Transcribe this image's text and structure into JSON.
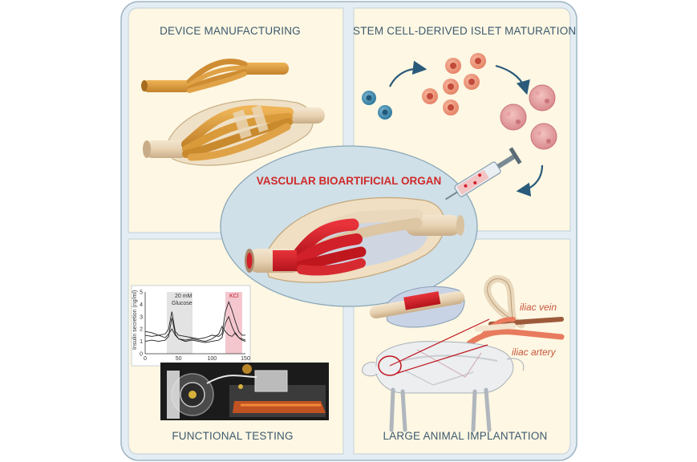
{
  "figure": {
    "center_title": "VASCULAR BIOARTIFICIAL ORGAN",
    "quadrants": {
      "top_left": "DEVICE MANUFACTURING",
      "top_right": "STEM CELL-DERIVED ISLET MATURATION",
      "bottom_left": "FUNCTIONAL TESTING",
      "bottom_right": "LARGE ANIMAL IMPLANTATION"
    },
    "vessel_labels": {
      "vein": "iliac vein",
      "artery": "iliac artery"
    },
    "inset_chart": {
      "ylabel": "Insulin secretion (ng/ml)",
      "glucose_label_1": "20 mM",
      "glucose_label_2": "Glucose",
      "kcl_label": "KCl",
      "x_ticks": [
        "0",
        "50",
        "100",
        "150"
      ],
      "y_ticks": [
        "0",
        "1",
        "2",
        "3",
        "4",
        "5"
      ]
    },
    "colors": {
      "panel_bg": "#fcf7e2",
      "panel_border": "#c9d6de",
      "frame_bg": "#e6eff4",
      "device_orange": "#d99a3a",
      "vessel_red": "#d1202a",
      "tube_beige": "#ead8bd"
    }
  },
  "chart_data": {
    "type": "line",
    "ylabel": "Insulin secretion (ng/ml)",
    "xlabel": "",
    "xlim": [
      0,
      150
    ],
    "ylim": [
      0,
      5
    ],
    "series": [
      {
        "x": [
          0,
          10,
          20,
          30,
          35,
          40,
          45,
          50,
          60,
          70,
          80,
          90,
          100,
          110,
          115,
          120,
          125,
          130,
          135,
          140,
          145,
          150
        ],
        "values": [
          1.5,
          1.4,
          1.5,
          1.6,
          2.0,
          3.4,
          1.8,
          1.5,
          1.4,
          1.3,
          1.2,
          1.3,
          1.5,
          1.4,
          1.6,
          3.4,
          4.2,
          3.5,
          2.6,
          1.8,
          1.5,
          1.5
        ]
      },
      {
        "x": [
          0,
          10,
          20,
          30,
          35,
          40,
          45,
          50,
          60,
          70,
          80,
          90,
          100,
          110,
          115,
          120,
          125,
          130,
          135,
          140,
          145,
          150
        ],
        "values": [
          1.8,
          1.7,
          1.5,
          1.3,
          1.6,
          2.0,
          1.5,
          1.2,
          1.1,
          1.2,
          1.1,
          1.0,
          1.2,
          1.6,
          2.2,
          1.8,
          1.5,
          1.4,
          1.7,
          1.3,
          1.2,
          1.1
        ]
      },
      {
        "x": [
          0,
          10,
          20,
          30,
          35,
          40,
          45,
          50,
          60,
          70,
          80,
          90,
          100,
          110,
          115,
          120,
          125,
          130,
          135,
          140,
          145,
          150
        ],
        "values": [
          1.0,
          1.1,
          1.0,
          1.1,
          1.4,
          2.9,
          1.6,
          1.2,
          1.0,
          1.1,
          1.0,
          0.9,
          1.0,
          1.1,
          1.3,
          2.5,
          3.0,
          2.2,
          1.6,
          1.3,
          1.1,
          1.0
        ]
      }
    ]
  }
}
